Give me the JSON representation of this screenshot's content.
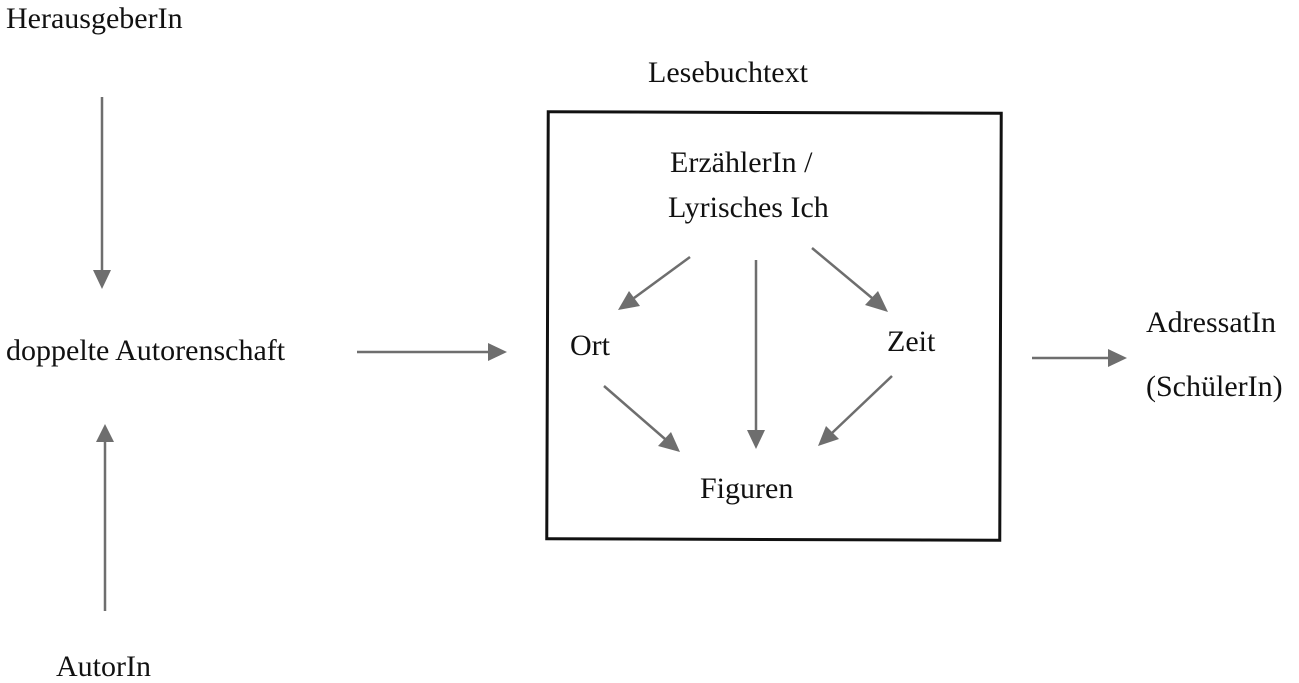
{
  "nodes": {
    "herausgeber": "HerausgeberIn",
    "doppelte_autorenschaft": "doppelte Autorenschaft",
    "autor": "AutorIn",
    "lesebuchtext": "Lesebuchtext",
    "erzaehler_line1": "ErzählerIn /",
    "erzaehler_line2": "Lyrisches Ich",
    "ort": "Ort",
    "zeit": "Zeit",
    "figuren": "Figuren",
    "adressat_line1": "AdressatIn",
    "adressat_line2": "(SchülerIn)"
  },
  "edges": [
    {
      "from": "HerausgeberIn",
      "to": "doppelte Autorenschaft"
    },
    {
      "from": "AutorIn",
      "to": "doppelte Autorenschaft"
    },
    {
      "from": "doppelte Autorenschaft",
      "to": "Lesebuchtext"
    },
    {
      "from": "ErzählerIn / Lyrisches Ich",
      "to": "Ort"
    },
    {
      "from": "ErzählerIn / Lyrisches Ich",
      "to": "Figuren"
    },
    {
      "from": "ErzählerIn / Lyrisches Ich",
      "to": "Zeit"
    },
    {
      "from": "Ort",
      "to": "Figuren"
    },
    {
      "from": "Zeit",
      "to": "Figuren"
    },
    {
      "from": "Lesebuchtext",
      "to": "AdressatIn (SchülerIn)"
    }
  ],
  "colors": {
    "arrow": "#6e6e6e",
    "text": "#111111",
    "box_border": "#111111"
  }
}
